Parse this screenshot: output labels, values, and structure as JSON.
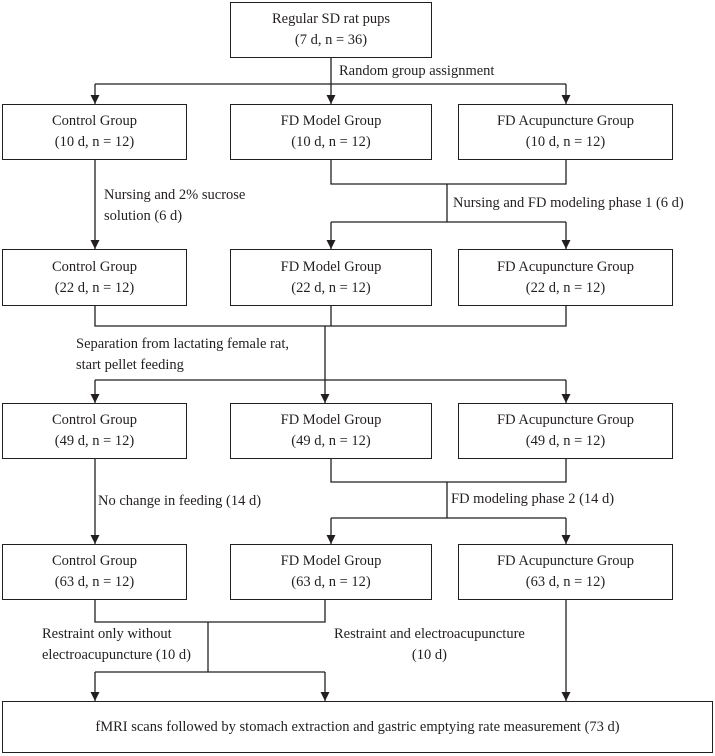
{
  "root": {
    "title": "Regular SD rat pups",
    "detail": "(7 d, n = 36)"
  },
  "assignment_label": "Random group assignment",
  "stages": [
    {
      "control": {
        "title": "Control Group",
        "detail": "(10 d, n = 12)"
      },
      "model": {
        "title": "FD Model Group",
        "detail": "(10 d, n = 12)"
      },
      "acupuncture": {
        "title": "FD Acupuncture Group",
        "detail": "(10 d, n = 12)"
      }
    },
    {
      "control": {
        "title": "Control Group",
        "detail": "(22 d, n = 12)"
      },
      "model": {
        "title": "FD Model Group",
        "detail": "(22 d, n = 12)"
      },
      "acupuncture": {
        "title": "FD Acupuncture Group",
        "detail": "(22 d, n = 12)"
      }
    },
    {
      "control": {
        "title": "Control Group",
        "detail": "(49 d, n = 12)"
      },
      "model": {
        "title": "FD Model Group",
        "detail": "(49 d, n = 12)"
      },
      "acupuncture": {
        "title": "FD Acupuncture Group",
        "detail": "(49 d, n = 12)"
      }
    },
    {
      "control": {
        "title": "Control Group",
        "detail": "(63 d, n = 12)"
      },
      "model": {
        "title": "FD Model Group",
        "detail": "(63 d, n = 12)"
      },
      "acupuncture": {
        "title": "FD Acupuncture Group",
        "detail": "(63 d, n = 12)"
      }
    }
  ],
  "transitions": {
    "nursing_sucrose": [
      "Nursing and 2% sucrose",
      "solution (6 d)"
    ],
    "fd_phase1": "Nursing and FD modeling phase 1 (6 d)",
    "separation": [
      "Separation from lactating female rat,",
      "start pellet feeding"
    ],
    "no_change": "No change in feeding (14 d)",
    "fd_phase2": "FD modeling phase 2 (14 d)",
    "restraint_only": [
      "Restraint only without",
      "electroacupuncture (10 d)"
    ],
    "restraint_ea": [
      "Restraint and electroacupuncture",
      "(10 d)"
    ]
  },
  "final": "fMRI scans followed by stomach extraction and gastric emptying rate measurement (73 d)"
}
